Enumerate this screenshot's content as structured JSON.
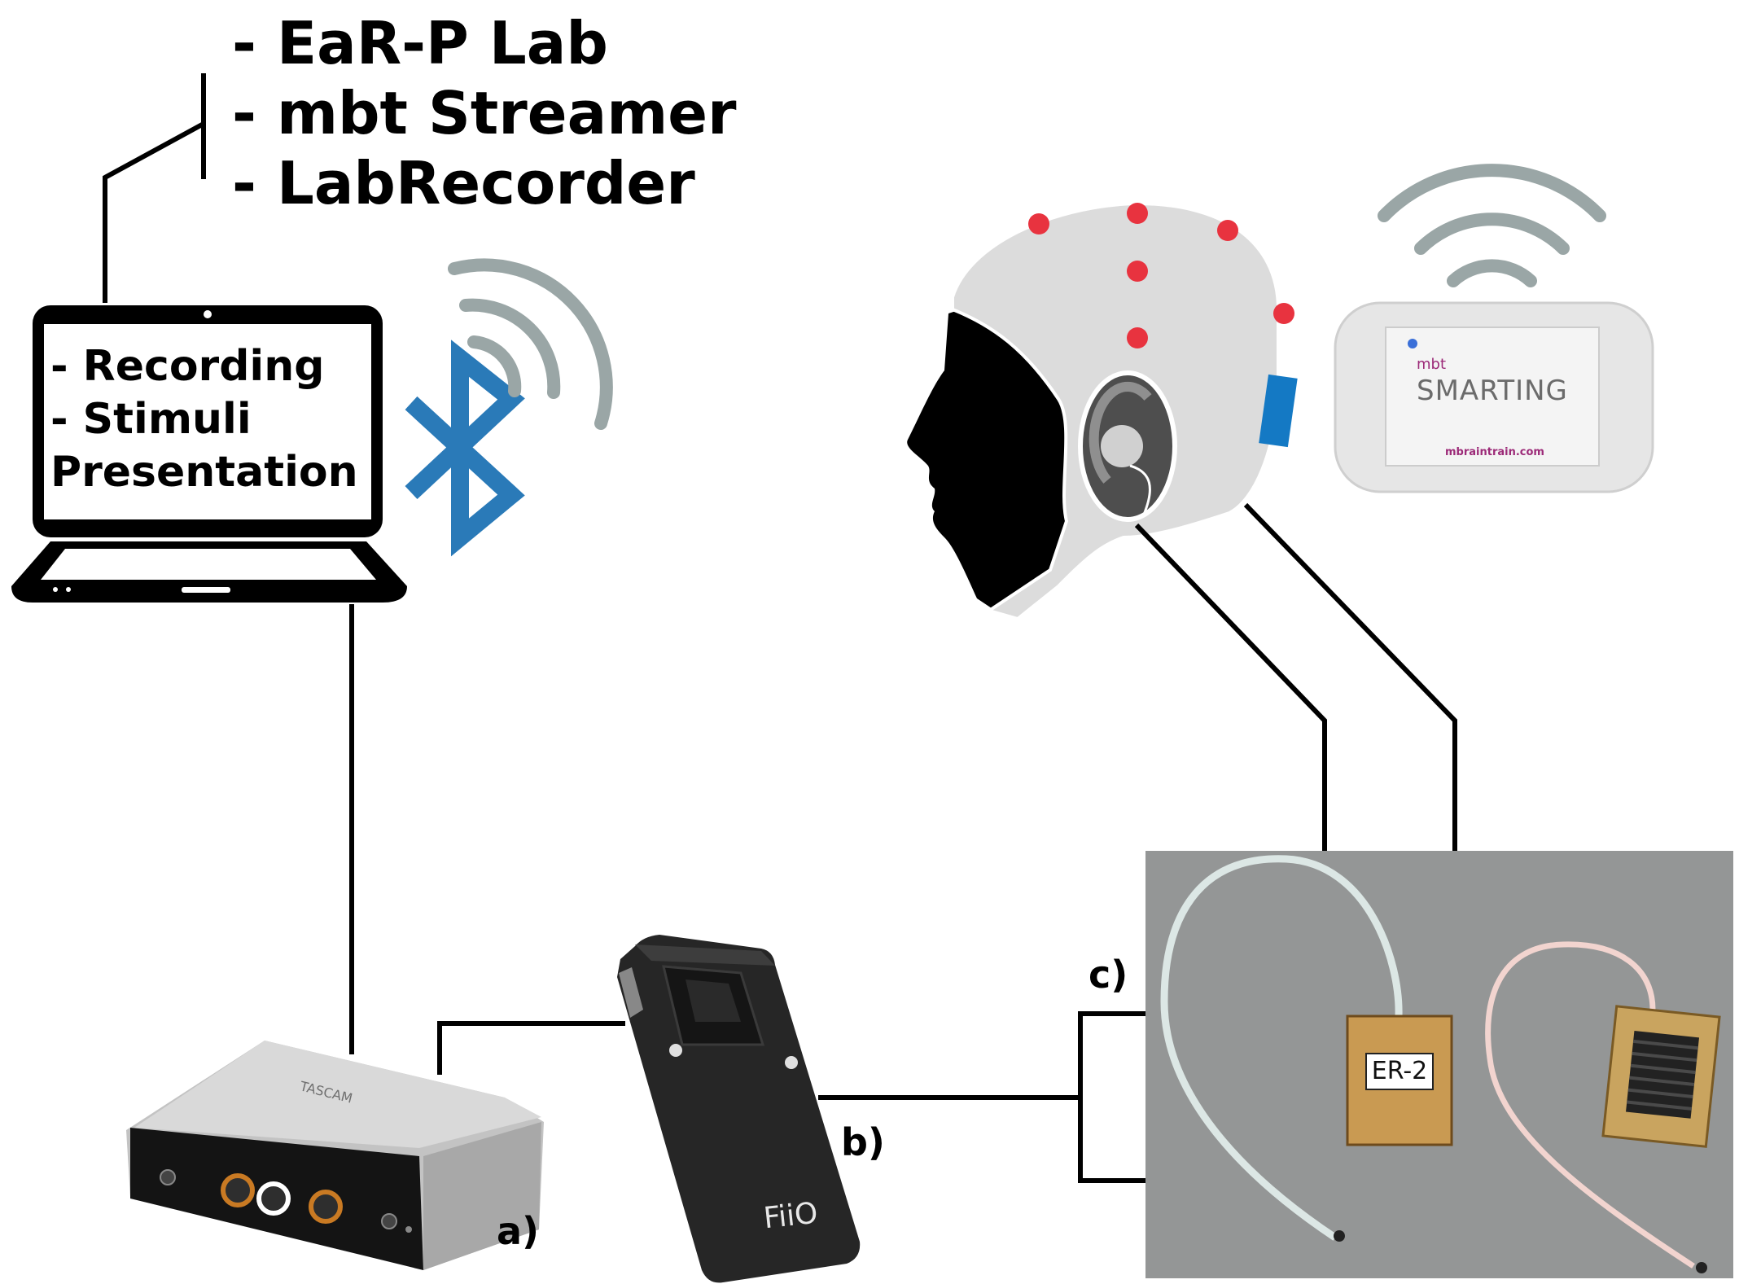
{
  "software_list": [
    "- EaR-P Lab",
    "- mbt Streamer",
    "- LabRecorder"
  ],
  "laptop_screen": {
    "lines": [
      "- Recording",
      "- Stimuli",
      "Presentation"
    ]
  },
  "labels": {
    "a": "a)",
    "b": "b)",
    "c": "c)"
  },
  "smarting": {
    "brand": "mbt",
    "title": "SMARTING",
    "url": "mbraintrain.com"
  },
  "earphone": {
    "label": "ER-2"
  },
  "tascam": {
    "brand": "TASCAM"
  },
  "fiio": {
    "brand": "FiiO"
  },
  "icons": [
    "laptop-icon",
    "bluetooth-icon",
    "wifi-icon",
    "head-with-eeg-cap-icon",
    "smarting-amplifier",
    "audio-interface",
    "headphone-amplifier",
    "in-ear-earphones-photo"
  ],
  "colors": {
    "electrode": "#e8333f",
    "bluetooth": "#2a7ab8",
    "wifi": "#9aa6a6",
    "cap": "#dcdcdc",
    "amp_tab": "#1479c4"
  }
}
